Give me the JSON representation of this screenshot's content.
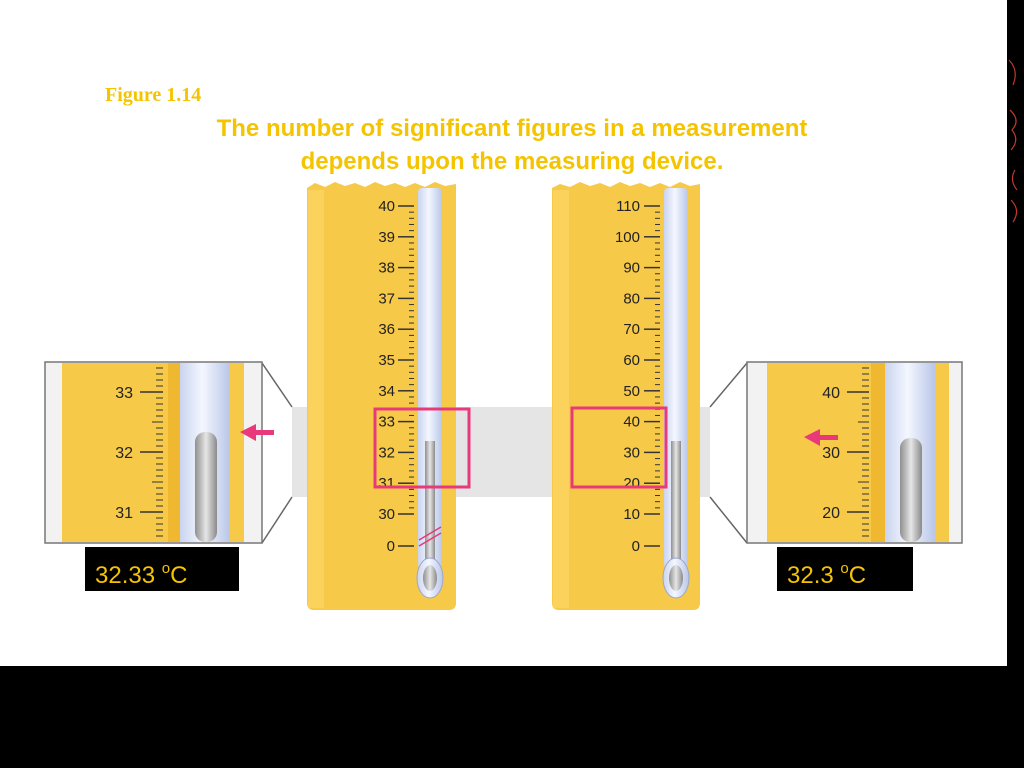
{
  "figure_label": "Figure 1.14",
  "title_lines": [
    "The number of significant figures in a measurement",
    "depends upon the measuring device."
  ],
  "left_thermometer": {
    "scale": [
      "40",
      "39",
      "38",
      "37",
      "36",
      "35",
      "34",
      "33",
      "32",
      "31",
      "30",
      "0"
    ],
    "reading_value": "32.33",
    "zoom_scale": [
      "33",
      "32",
      "31"
    ]
  },
  "right_thermometer": {
    "scale": [
      "110",
      "100",
      "90",
      "80",
      "70",
      "60",
      "50",
      "40",
      "30",
      "20",
      "10",
      "0"
    ],
    "reading_value": "32.3",
    "zoom_scale": [
      "40",
      "30",
      "20"
    ]
  },
  "degree_mark": "o",
  "unit": "C",
  "colors": {
    "ruler": "#f7c948",
    "accent": "#f5c400",
    "highlight_box": "#e8397a",
    "arrow": "#e8397a"
  }
}
